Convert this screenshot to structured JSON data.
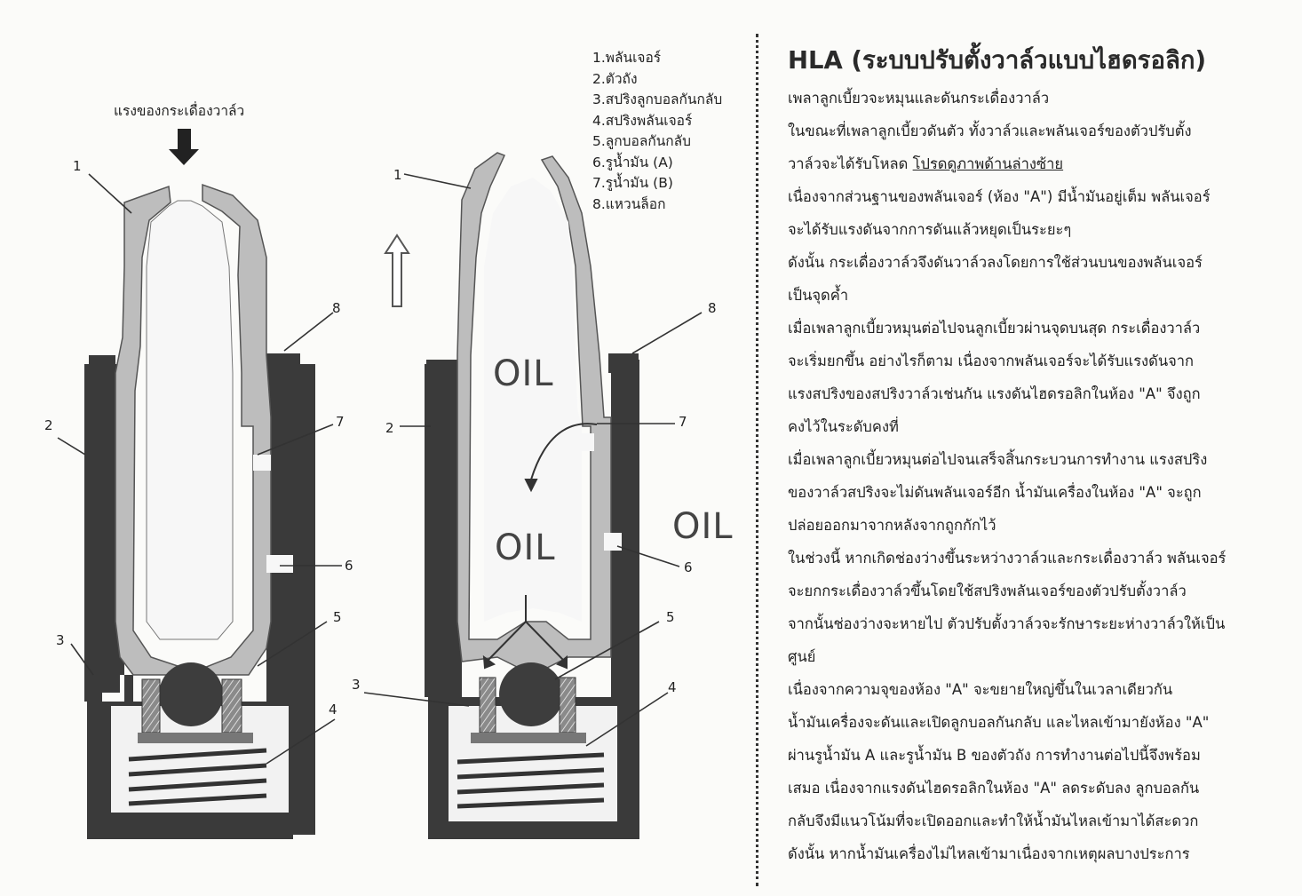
{
  "figure": {
    "force_label": "แรงของกระเดื่องวาล์ว",
    "oil_label": "OIL",
    "legend": [
      "1.พลันเจอร์",
      "2.ตัวถัง",
      "3.สปริงลูกบอลกันกลับ",
      "4.สปริงพลันเจอร์",
      "5.ลูกบอลกันกลับ",
      "6.รูน้ำมัน (A)",
      "7.รูน้ำมัน (B)",
      "8.แหวนล็อก"
    ],
    "part_numbers": [
      "1",
      "2",
      "3",
      "4",
      "5",
      "6",
      "7",
      "8"
    ]
  },
  "article": {
    "title": "HLA (ระบบปรับตั้งวาล์วแบบไฮดรอลิก)",
    "lines": [
      "เพลาลูกเบี้ยวจะหมุนและดันกระเดื่องวาล์ว",
      "ในขณะที่เพลาลูกเบี้ยวดันตัว ทั้งวาล์วและพลันเจอร์ของตัวปรับตั้ง",
      "เนื่องจากส่วนฐานของพลันเจอร์ (ห้อง \"A\") มีน้ำมันอยู่เต็ม พลันเจอร์",
      "จะได้รับแรงดันจากการดันแล้วหยุดเป็นระยะๆ",
      "ดังนั้น กระเดื่องวาล์วจึงดันวาล์วลงโดยการใช้ส่วนบนของพลันเจอร์",
      "เป็นจุดค้ำ",
      "เมื่อเพลาลูกเบี้ยวหมุนต่อไปจนลูกเบี้ยวผ่านจุดบนสุด กระเดื่องวาล์ว",
      "จะเริ่มยกขึ้น อย่างไรก็ตาม เนื่องจากพลันเจอร์จะได้รับแรงดันจาก",
      "แรงสปริงของสปริงวาล์วเช่นกัน แรงดันไฮดรอลิกในห้อง \"A\" จึงถูก",
      "คงไว้ในระดับคงที่",
      "เมื่อเพลาลูกเบี้ยวหมุนต่อไปจนเสร็จสิ้นกระบวนการทำงาน แรงสปริง",
      "ของวาล์วสปริงจะไม่ดันพลันเจอร์อีก น้ำมันเครื่องในห้อง \"A\" จะถูก",
      "ปล่อยออกมาจากหลังจากถูกกักไว้",
      "ในช่วงนี้ หากเกิดช่องว่างขึ้นระหว่างวาล์วและกระเดื่องวาล์ว พลันเจอร์",
      "จะยกกระเดื่องวาล์วขึ้นโดยใช้สปริงพลันเจอร์ของตัวปรับตั้งวาล์ว",
      "จากนั้นช่องว่างจะหายไป ตัวปรับตั้งวาล์วจะรักษาระยะห่างวาล์วให้เป็น",
      "ศูนย์",
      "เนื่องจากความจุของห้อง \"A\" จะขยายใหญ่ขึ้นในเวลาเดียวกัน",
      "น้ำมันเครื่องจะดันและเปิดลูกบอลกันกลับ และไหลเข้ามายังห้อง \"A\"",
      "ผ่านรูน้ำมัน A และรูน้ำมัน B ของตัวถัง การทำงานต่อไปนี้จึงพร้อม",
      "เสมอ เนื่องจากแรงดันไฮดรอลิกในห้อง \"A\" ลดระดับลง ลูกบอลกัน",
      "กลับจึงมีแนวโน้มที่จะเปิดออกและทำให้น้ำมันไหลเข้ามาได้สะดวก",
      "ดังนั้น หากน้ำมันเครื่องไม่ไหลเข้ามาเนื่องจากเหตุผลบางประการ"
    ],
    "line3_prefix": "วาล์วจะได้รับโหลด ",
    "line3_link": "โปรดดูภาพด้านล่างซ้าย"
  }
}
